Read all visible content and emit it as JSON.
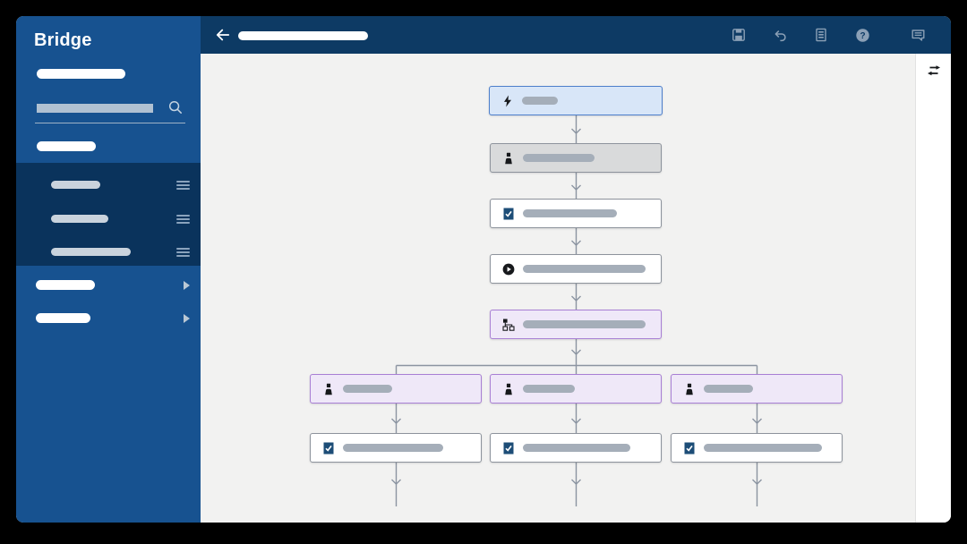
{
  "app": {
    "name": "Bridge"
  },
  "sidebar": {
    "logo_text": "Bridge",
    "search": {
      "icon": "search-icon",
      "value": ""
    },
    "active_group": {
      "items": [
        {
          "label": "",
          "icon": "drag-handle-icon"
        },
        {
          "label": "",
          "icon": "drag-handle-icon"
        },
        {
          "label": "",
          "icon": "drag-handle-icon"
        }
      ]
    },
    "collapsed_groups": [
      {
        "label": "",
        "icon": "chevron-right-icon"
      },
      {
        "label": "",
        "icon": "chevron-right-icon"
      }
    ],
    "colors": {
      "background": "#175290",
      "active_section": "#0a335c"
    }
  },
  "toolbar": {
    "back_icon": "arrow-left-icon",
    "title_placeholder": "",
    "actions": [
      {
        "name": "save",
        "icon": "save-icon"
      },
      {
        "name": "undo",
        "icon": "undo-icon"
      },
      {
        "name": "log",
        "icon": "document-icon"
      },
      {
        "name": "help",
        "icon": "help-icon"
      },
      {
        "name": "comments",
        "icon": "comment-icon"
      }
    ],
    "colors": {
      "background": "#0d3a64",
      "icon": "#8ba0b6"
    }
  },
  "canvas": {
    "workflow": {
      "connector_color": "#8b94a1",
      "node_styles": {
        "blue": {
          "fill": "#d8e6f8",
          "border": "#4d7fcb"
        },
        "gray": {
          "fill": "#d9dadb",
          "border": "#8d939c"
        },
        "white": {
          "fill": "#ffffff",
          "border": "#8d939c"
        },
        "purple": {
          "fill": "#efe8f8",
          "border": "#a87fd4"
        }
      },
      "nodes": [
        {
          "id": "n1",
          "row": 1,
          "col": "center",
          "type": "trigger",
          "icon": "lightning-icon",
          "style": "blue"
        },
        {
          "id": "n2",
          "row": 2,
          "col": "center",
          "type": "user-step",
          "icon": "person-icon",
          "style": "gray"
        },
        {
          "id": "n3",
          "row": 3,
          "col": "center",
          "type": "task-step",
          "icon": "check-square-icon",
          "style": "white"
        },
        {
          "id": "n4",
          "row": 4,
          "col": "center",
          "type": "action",
          "icon": "play-circle-icon",
          "style": "white"
        },
        {
          "id": "n5",
          "row": 5,
          "col": "center",
          "type": "branch",
          "icon": "sitemap-icon",
          "style": "purple"
        },
        {
          "id": "n6",
          "row": 6,
          "col": "left",
          "type": "user-step",
          "icon": "person-icon",
          "style": "purple"
        },
        {
          "id": "n7",
          "row": 6,
          "col": "center",
          "type": "user-step",
          "icon": "person-icon",
          "style": "purple"
        },
        {
          "id": "n8",
          "row": 6,
          "col": "right",
          "type": "user-step",
          "icon": "person-icon",
          "style": "purple"
        },
        {
          "id": "n9",
          "row": 7,
          "col": "left",
          "type": "task-step",
          "icon": "check-square-icon",
          "style": "white"
        },
        {
          "id": "n10",
          "row": 7,
          "col": "center",
          "type": "task-step",
          "icon": "check-square-icon",
          "style": "white"
        },
        {
          "id": "n11",
          "row": 7,
          "col": "right",
          "type": "task-step",
          "icon": "check-square-icon",
          "style": "white"
        }
      ]
    }
  },
  "right_panel": {
    "toggle_icon": "swap-arrows-icon"
  }
}
